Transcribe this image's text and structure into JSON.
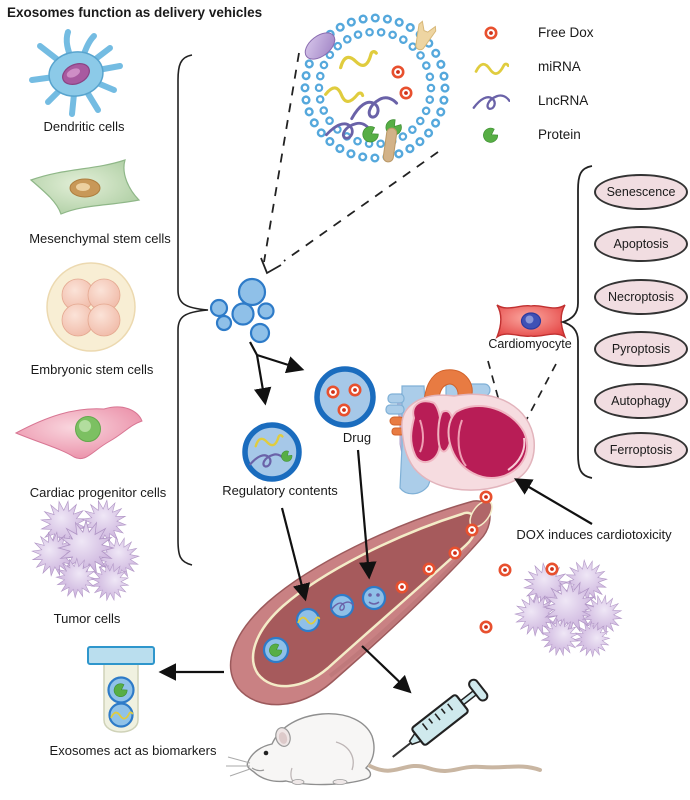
{
  "title": "Exosomes function as delivery vehicles",
  "source_cells": [
    {
      "label": "Dendritic cells"
    },
    {
      "label": "Mesenchymal stem cells"
    },
    {
      "label": "Embryonic stem cells"
    },
    {
      "label": "Cardiac progenitor cells"
    },
    {
      "label": "Tumor cells"
    }
  ],
  "legend": {
    "items": [
      {
        "icon": "dox-icon",
        "label": "Free Dox"
      },
      {
        "icon": "mirna-icon",
        "label": "miRNA"
      },
      {
        "icon": "lncrna-icon",
        "label": "LncRNA"
      },
      {
        "icon": "protein-icon",
        "label": "Protein"
      }
    ]
  },
  "cargo": {
    "drug_label": "Drug",
    "regulatory_label": "Regulatory contents"
  },
  "cardiomyocyte_label": "Cardiomyocyte",
  "outcomes": [
    "Senescence",
    "Apoptosis",
    "Necroptosis",
    "Pyroptosis",
    "Autophagy",
    "Ferroptosis"
  ],
  "annotations": {
    "dox_cardiotoxicity": "DOX induces cardiotoxicity",
    "biomarkers": "Exosomes act as biomarkers"
  },
  "colors": {
    "exosome_fill": "#8fc0e8",
    "exosome_ring": "#2e7bc8",
    "membrane_bead": "#55a8dc",
    "dox_red": "#e8502e",
    "mirna_yellow": "#e0cc3e",
    "lncrna_purple": "#6a62a8",
    "protein_green": "#57ae45",
    "outcome_oval_fill": "#f1dde1",
    "vessel_wall": "#c98183",
    "vessel_lumen": "#a65a5c"
  }
}
